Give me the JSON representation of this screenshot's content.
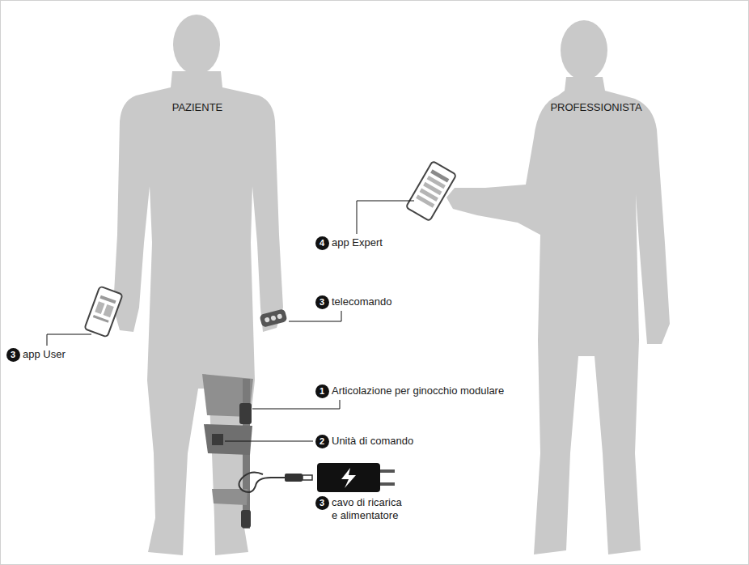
{
  "diagram": {
    "labels": [
      "PAZIENTE",
      "PROFESSIONISTA",
      "4",
      "app Expert",
      "3",
      "telecomando",
      "3",
      "app User",
      "1",
      "Articolazione per ginocchio modulare",
      "2",
      "Unità di comando",
      "3",
      "cavo di ricarica e alimentatore"
    ]
  }
}
